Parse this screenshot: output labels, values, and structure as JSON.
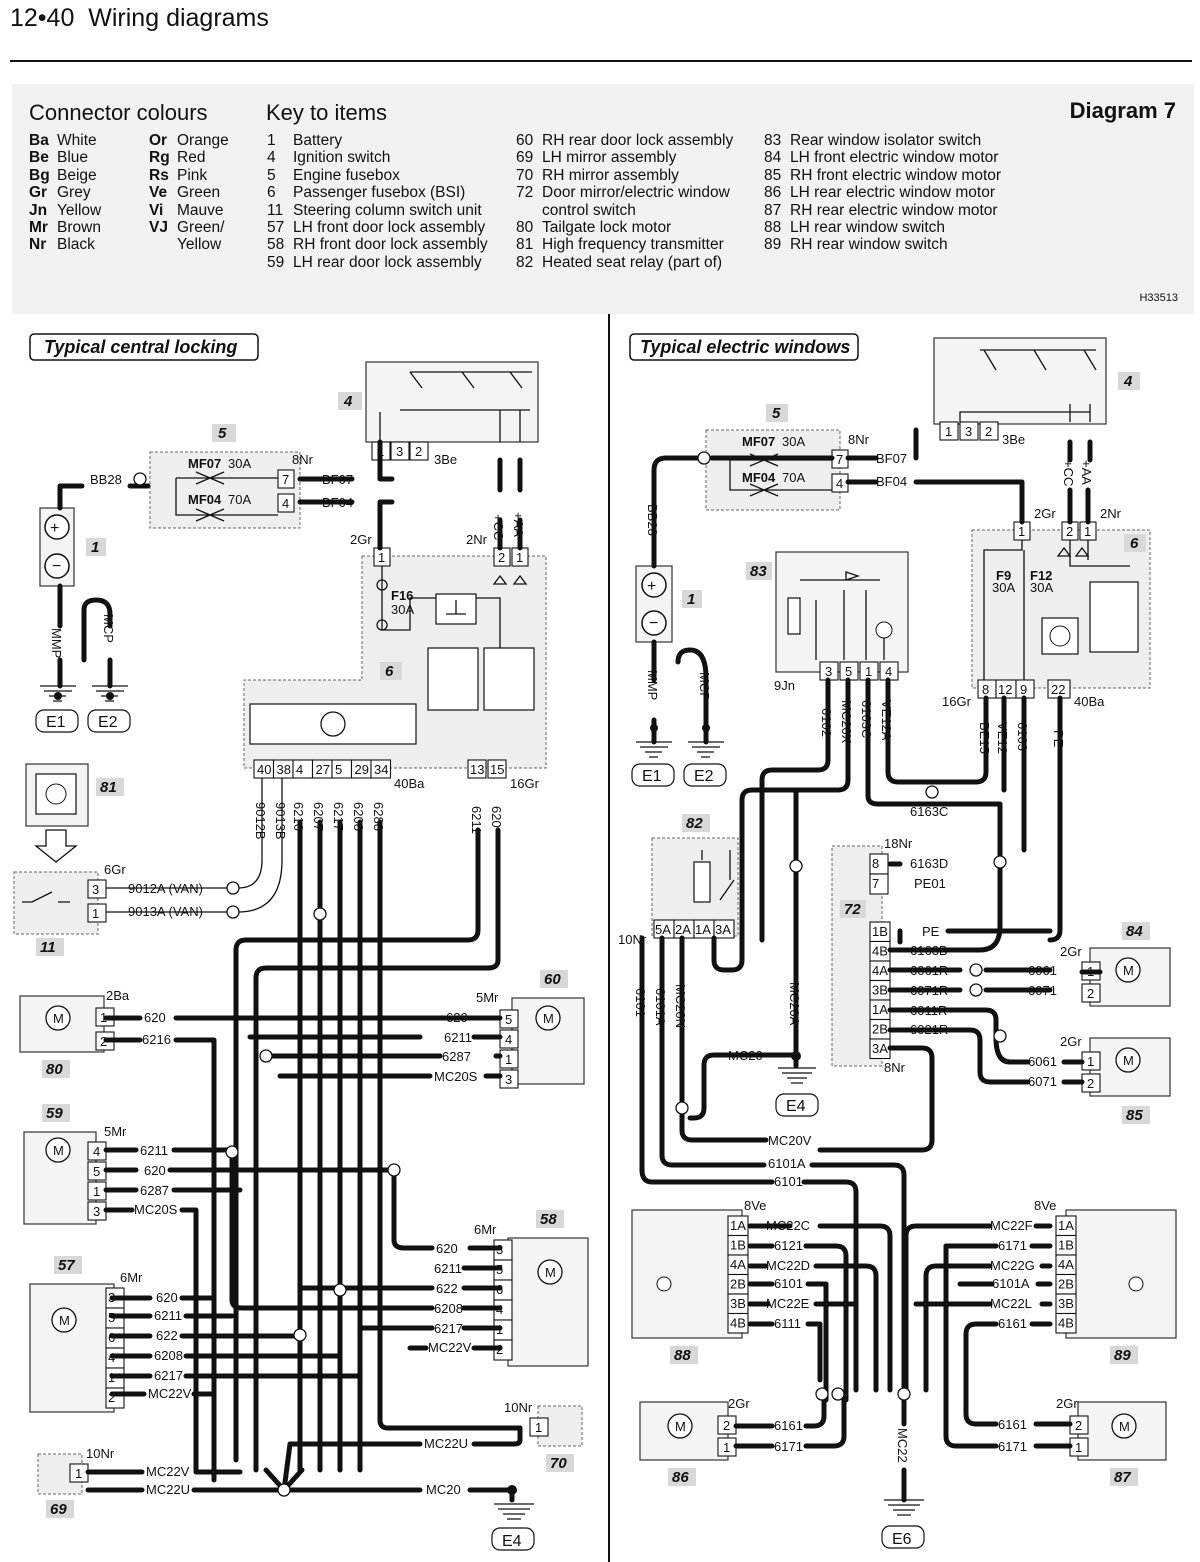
{
  "header": {
    "page": "12•40",
    "title": "Wiring diagrams"
  },
  "diagram_title": "Diagram 7",
  "reference": "H33513",
  "connector_colours": {
    "title": "Connector colours",
    "col1": [
      {
        "code": "Ba",
        "name": "White"
      },
      {
        "code": "Be",
        "name": "Blue"
      },
      {
        "code": "Bg",
        "name": "Beige"
      },
      {
        "code": "Gr",
        "name": "Grey"
      },
      {
        "code": "Jn",
        "name": "Yellow"
      },
      {
        "code": "Mr",
        "name": "Brown"
      },
      {
        "code": "Nr",
        "name": "Black"
      }
    ],
    "col2": [
      {
        "code": "Or",
        "name": "Orange"
      },
      {
        "code": "Rg",
        "name": "Red"
      },
      {
        "code": "Rs",
        "name": "Pink"
      },
      {
        "code": "Ve",
        "name": "Green"
      },
      {
        "code": "Vi",
        "name": "Mauve"
      },
      {
        "code": "VJ",
        "name": "Green/"
      },
      {
        "code": "",
        "name": "Yellow"
      }
    ]
  },
  "key_to_items": {
    "title": "Key to items",
    "col1": [
      {
        "num": "1",
        "text": "Battery"
      },
      {
        "num": "4",
        "text": "Ignition switch"
      },
      {
        "num": "5",
        "text": "Engine fusebox"
      },
      {
        "num": "6",
        "text": "Passenger fusebox (BSI)"
      },
      {
        "num": "11",
        "text": "Steering column switch unit"
      },
      {
        "num": "57",
        "text": "LH front door lock assembly"
      },
      {
        "num": "58",
        "text": "RH front door lock assembly"
      },
      {
        "num": "59",
        "text": "LH rear door lock assembly"
      }
    ],
    "col2": [
      {
        "num": "60",
        "text": "RH rear door lock assembly"
      },
      {
        "num": "69",
        "text": "LH mirror assembly"
      },
      {
        "num": "70",
        "text": "RH mirror assembly"
      },
      {
        "num": "72",
        "text": "Door mirror/electric window"
      },
      {
        "num": "",
        "text": "control switch"
      },
      {
        "num": "80",
        "text": "Tailgate lock motor"
      },
      {
        "num": "81",
        "text": "High frequency transmitter"
      },
      {
        "num": "82",
        "text": "Heated seat relay (part of)"
      }
    ],
    "col3": [
      {
        "num": "83",
        "text": "Rear window isolator switch"
      },
      {
        "num": "84",
        "text": "LH front electric window motor"
      },
      {
        "num": "85",
        "text": "RH front electric window motor"
      },
      {
        "num": "86",
        "text": "LH rear electric window motor"
      },
      {
        "num": "87",
        "text": "RH rear electric window motor"
      },
      {
        "num": "88",
        "text": "LH rear window switch"
      },
      {
        "num": "89",
        "text": "RH rear window switch"
      }
    ]
  },
  "left_diagram": {
    "title": "Typical central locking",
    "tags": [
      "1",
      "4",
      "5",
      "6",
      "11",
      "57",
      "58",
      "59",
      "60",
      "69",
      "70",
      "80",
      "81"
    ],
    "grounds": [
      "E1",
      "E2",
      "E4"
    ],
    "fuses": [
      "MF07",
      "30A",
      "MF04",
      "70A",
      "F16",
      "30A"
    ],
    "wires": [
      "BB28",
      "BF07",
      "BF04",
      "MMP",
      "MCP",
      "8Nr",
      "3Be",
      "2Gr",
      "2Nr",
      "+CC",
      "+AA",
      "40Ba",
      "16Gr",
      "9012B",
      "9013B",
      "6216",
      "6207",
      "6217",
      "6208",
      "6288",
      "6211",
      "620",
      "6Gr",
      "9012A (VAN)",
      "9013A (VAN)",
      "2Ba",
      "5Mr",
      "6287",
      "MC20S",
      "MC22V",
      "622",
      "MC22U",
      "10Nr",
      "MC20",
      "6Mr"
    ],
    "pins_40ba": [
      "40",
      "38",
      "4",
      "27",
      "5",
      "29",
      "34"
    ],
    "pins_16gr": [
      "13",
      "15"
    ]
  },
  "right_diagram": {
    "title": "Typical electric windows",
    "tags": [
      "1",
      "4",
      "5",
      "6",
      "72",
      "82",
      "83",
      "84",
      "85",
      "86",
      "87",
      "88",
      "89"
    ],
    "grounds": [
      "E1",
      "E2",
      "E4",
      "E6"
    ],
    "fuses": [
      "MF07",
      "30A",
      "MF04",
      "70A",
      "F9",
      "30A",
      "F12",
      "30A"
    ],
    "wires": [
      "BB28",
      "BF07",
      "BF04",
      "MMP",
      "MCP",
      "8Nr",
      "3Be",
      "2Gr",
      "2Nr",
      "+CC",
      "+AA",
      "16Gr",
      "40Ba",
      "9Jn",
      "6102",
      "MC20X",
      "6163C",
      "VE12A",
      "BE15",
      "VE12",
      "6163",
      "PE",
      "18Nr",
      "6163D",
      "PE01",
      "6163B",
      "6061R",
      "6071R",
      "6011R",
      "6021R",
      "6061",
      "6071",
      "10Nr",
      "6101",
      "6101A",
      "MC20N",
      "MC20A",
      "MC20",
      "MC20V",
      "8Ve",
      "MC22C",
      "6121",
      "MC22D",
      "MC22E",
      "6111",
      "MC22F",
      "6171",
      "MC22G",
      "MC22L",
      "6161",
      "MC22"
    ],
    "pins_72": [
      "8",
      "7",
      "1B",
      "4B",
      "4A",
      "3B",
      "1A",
      "2B",
      "3A"
    ],
    "pins_82": [
      "5A",
      "2A",
      "1A",
      "3A"
    ],
    "pins_83": [
      "3",
      "5",
      "1",
      "4"
    ],
    "pins_88": [
      "1A",
      "1B",
      "4A",
      "2B",
      "3B",
      "4B"
    ]
  }
}
